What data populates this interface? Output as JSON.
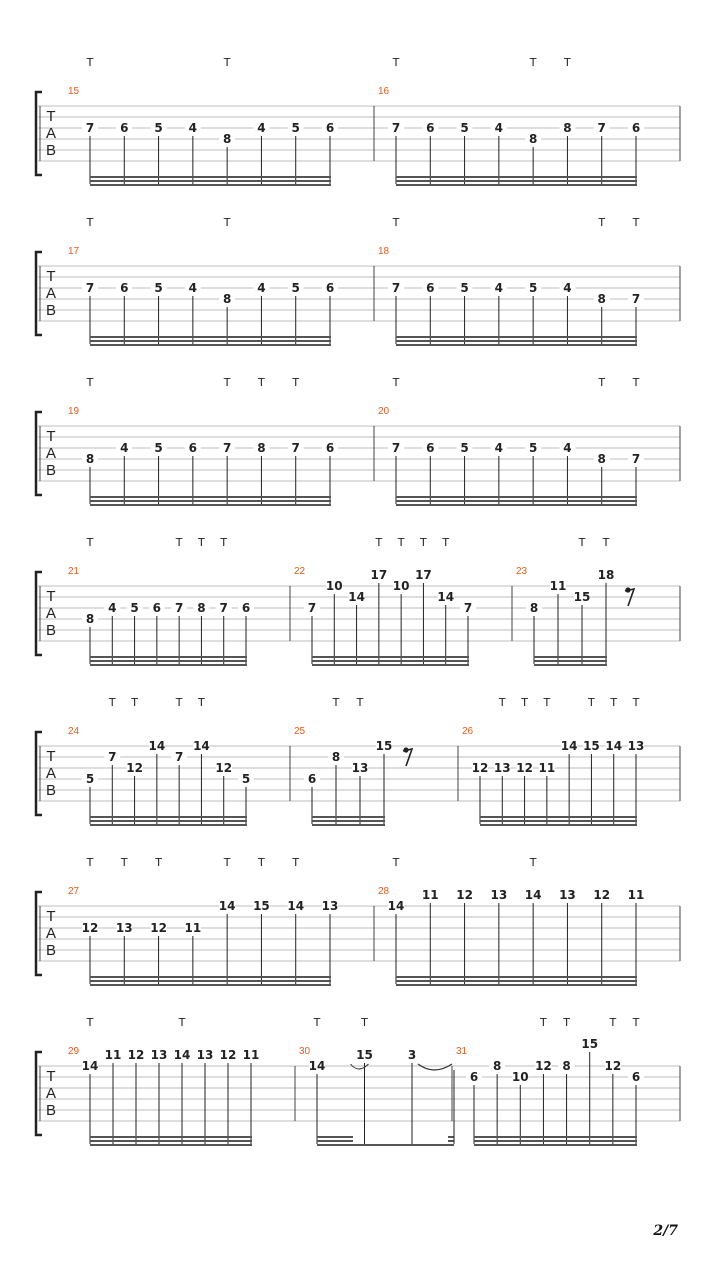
{
  "page_number": "2/7",
  "clef_letters": [
    "T",
    "A",
    "B"
  ],
  "tap_marker": "T",
  "rows": [
    {
      "measures": [
        {
          "number": "15",
          "notes": [
            {
              "fret": "7",
              "string": 2,
              "tap": true
            },
            {
              "fret": "6",
              "string": 2
            },
            {
              "fret": "5",
              "string": 2
            },
            {
              "fret": "4",
              "string": 2
            },
            {
              "fret": "8",
              "string": 3,
              "tap": true
            },
            {
              "fret": "4",
              "string": 2
            },
            {
              "fret": "5",
              "string": 2
            },
            {
              "fret": "6",
              "string": 2
            }
          ]
        },
        {
          "number": "16",
          "notes": [
            {
              "fret": "7",
              "string": 2,
              "tap": true
            },
            {
              "fret": "6",
              "string": 2
            },
            {
              "fret": "5",
              "string": 2
            },
            {
              "fret": "4",
              "string": 2
            },
            {
              "fret": "8",
              "string": 3,
              "tap": true
            },
            {
              "fret": "8",
              "string": 2,
              "tap": true
            },
            {
              "fret": "7",
              "string": 2
            },
            {
              "fret": "6",
              "string": 2
            }
          ]
        }
      ]
    },
    {
      "measures": [
        {
          "number": "17",
          "notes": [
            {
              "fret": "7",
              "string": 2,
              "tap": true
            },
            {
              "fret": "6",
              "string": 2
            },
            {
              "fret": "5",
              "string": 2
            },
            {
              "fret": "4",
              "string": 2
            },
            {
              "fret": "8",
              "string": 3,
              "tap": true
            },
            {
              "fret": "4",
              "string": 2
            },
            {
              "fret": "5",
              "string": 2
            },
            {
              "fret": "6",
              "string": 2
            }
          ]
        },
        {
          "number": "18",
          "notes": [
            {
              "fret": "7",
              "string": 2,
              "tap": true
            },
            {
              "fret": "6",
              "string": 2
            },
            {
              "fret": "5",
              "string": 2
            },
            {
              "fret": "4",
              "string": 2
            },
            {
              "fret": "5",
              "string": 2
            },
            {
              "fret": "4",
              "string": 2
            },
            {
              "fret": "8",
              "string": 3,
              "tap": true
            },
            {
              "fret": "7",
              "string": 3,
              "tap": true
            }
          ]
        }
      ]
    },
    {
      "measures": [
        {
          "number": "19",
          "notes": [
            {
              "fret": "8",
              "string": 3,
              "tap": true
            },
            {
              "fret": "4",
              "string": 2
            },
            {
              "fret": "5",
              "string": 2
            },
            {
              "fret": "6",
              "string": 2
            },
            {
              "fret": "7",
              "string": 2,
              "tap": true
            },
            {
              "fret": "8",
              "string": 2,
              "tap": true
            },
            {
              "fret": "7",
              "string": 2,
              "tap": true
            },
            {
              "fret": "6",
              "string": 2
            }
          ]
        },
        {
          "number": "20",
          "notes": [
            {
              "fret": "7",
              "string": 2,
              "tap": true
            },
            {
              "fret": "6",
              "string": 2
            },
            {
              "fret": "5",
              "string": 2
            },
            {
              "fret": "4",
              "string": 2
            },
            {
              "fret": "5",
              "string": 2
            },
            {
              "fret": "4",
              "string": 2
            },
            {
              "fret": "8",
              "string": 3,
              "tap": true
            },
            {
              "fret": "7",
              "string": 3,
              "tap": true
            }
          ]
        }
      ]
    },
    {
      "measures": [
        {
          "number": "21",
          "notes": [
            {
              "fret": "8",
              "string": 3,
              "tap": true
            },
            {
              "fret": "4",
              "string": 2
            },
            {
              "fret": "5",
              "string": 2
            },
            {
              "fret": "6",
              "string": 2
            },
            {
              "fret": "7",
              "string": 2,
              "tap": true
            },
            {
              "fret": "8",
              "string": 2,
              "tap": true
            },
            {
              "fret": "7",
              "string": 2,
              "tap": true
            },
            {
              "fret": "6",
              "string": 2
            }
          ]
        },
        {
          "number": "22",
          "notes": [
            {
              "fret": "7",
              "string": 2
            },
            {
              "fret": "10",
              "string": 0
            },
            {
              "fret": "14",
              "string": 1
            },
            {
              "fret": "17",
              "string": -1,
              "tap": true
            },
            {
              "fret": "10",
              "string": 0,
              "tap": true
            },
            {
              "fret": "17",
              "string": -1,
              "tap": true
            },
            {
              "fret": "14",
              "string": 1,
              "tap": true
            },
            {
              "fret": "7",
              "string": 2
            }
          ]
        },
        {
          "number": "23",
          "rest": true,
          "notes": [
            {
              "fret": "8",
              "string": 2
            },
            {
              "fret": "11",
              "string": 0
            },
            {
              "fret": "15",
              "string": 1,
              "tap": true
            },
            {
              "fret": "18",
              "string": -1,
              "tap": true
            }
          ]
        }
      ]
    },
    {
      "measures": [
        {
          "number": "24",
          "notes": [
            {
              "fret": "5",
              "string": 3
            },
            {
              "fret": "7",
              "string": 1,
              "tap": true
            },
            {
              "fret": "12",
              "string": 2,
              "tap": true
            },
            {
              "fret": "14",
              "string": 0
            },
            {
              "fret": "7",
              "string": 1,
              "tap": true
            },
            {
              "fret": "14",
              "string": 0,
              "tap": true
            },
            {
              "fret": "12",
              "string": 2
            },
            {
              "fret": "5",
              "string": 3
            }
          ]
        },
        {
          "number": "25",
          "rest": true,
          "notes": [
            {
              "fret": "6",
              "string": 3
            },
            {
              "fret": "8",
              "string": 1,
              "tap": true
            },
            {
              "fret": "13",
              "string": 2,
              "tap": true
            },
            {
              "fret": "15",
              "string": 0
            }
          ]
        },
        {
          "number": "26",
          "notes": [
            {
              "fret": "12",
              "string": 2
            },
            {
              "fret": "13",
              "string": 2,
              "tap": true
            },
            {
              "fret": "12",
              "string": 2,
              "tap": true
            },
            {
              "fret": "11",
              "string": 2,
              "tap": true
            },
            {
              "fret": "14",
              "string": 0
            },
            {
              "fret": "15",
              "string": 0,
              "tap": true
            },
            {
              "fret": "14",
              "string": 0,
              "tap": true
            },
            {
              "fret": "13",
              "string": 0,
              "tap": true
            }
          ]
        }
      ]
    },
    {
      "measures": [
        {
          "number": "27",
          "notes": [
            {
              "fret": "12",
              "string": 2,
              "tap": true
            },
            {
              "fret": "13",
              "string": 2,
              "tap": true
            },
            {
              "fret": "12",
              "string": 2,
              "tap": true
            },
            {
              "fret": "11",
              "string": 2
            },
            {
              "fret": "14",
              "string": 0,
              "tap": true
            },
            {
              "fret": "15",
              "string": 0,
              "tap": true
            },
            {
              "fret": "14",
              "string": 0,
              "tap": true
            },
            {
              "fret": "13",
              "string": 0
            }
          ]
        },
        {
          "number": "28",
          "notes": [
            {
              "fret": "14",
              "string": 0,
              "tap": true
            },
            {
              "fret": "11",
              "string": -1
            },
            {
              "fret": "12",
              "string": -1
            },
            {
              "fret": "13",
              "string": -1
            },
            {
              "fret": "14",
              "string": -1,
              "tap": true
            },
            {
              "fret": "13",
              "string": -1
            },
            {
              "fret": "12",
              "string": -1
            },
            {
              "fret": "11",
              "string": -1
            }
          ]
        }
      ]
    },
    {
      "measures": [
        {
          "number": "29",
          "notes": [
            {
              "fret": "14",
              "string": 0,
              "tap": true
            },
            {
              "fret": "11",
              "string": -1
            },
            {
              "fret": "12",
              "string": -1
            },
            {
              "fret": "13",
              "string": -1
            },
            {
              "fret": "14",
              "string": -1,
              "tap": true
            },
            {
              "fret": "13",
              "string": -1
            },
            {
              "fret": "12",
              "string": -1
            },
            {
              "fret": "11",
              "string": -1
            }
          ]
        },
        {
          "number": "30",
          "special": true,
          "notes": [
            {
              "fret": "14",
              "string": 0,
              "tap": true
            },
            {
              "fret": "15",
              "string": -1,
              "tap": true
            },
            {
              "fret": "3",
              "string": -1
            }
          ]
        },
        {
          "number": "31",
          "notes": [
            {
              "fret": "6",
              "string": 1
            },
            {
              "fret": "8",
              "string": 0
            },
            {
              "fret": "10",
              "string": 1
            },
            {
              "fret": "12",
              "string": 0,
              "tap": true
            },
            {
              "fret": "8",
              "string": 0,
              "tap": true
            },
            {
              "fret": "15",
              "string": -2
            },
            {
              "fret": "12",
              "string": 0,
              "tap": true
            },
            {
              "fret": "6",
              "string": 1,
              "tap": true
            }
          ]
        }
      ]
    }
  ]
}
